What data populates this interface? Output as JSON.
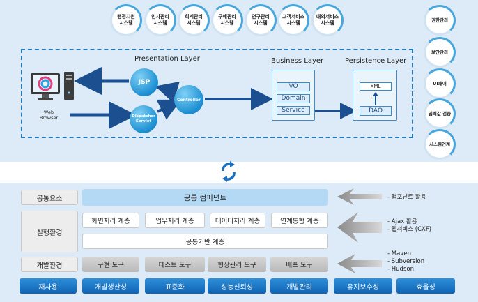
{
  "top_systems": [
    "행정지원\n시스템",
    "인사관리\n시스템",
    "회계관리\n시스템",
    "구매관리\n시스템",
    "연구관리\n시스템",
    "고객서비스\n시스템",
    "대외서비스\n시스템"
  ],
  "right_services": [
    "권한관리",
    "보안관리",
    "UI패어",
    "입력값 검증",
    "시스템연계"
  ],
  "architecture": {
    "presentation_title": "Presentation Layer",
    "business_title": "Business Layer",
    "persistence_title": "Persistence Layer",
    "jsp": "JSP",
    "dispatcher": "Dispatcher\nServlet",
    "controller": "Controller",
    "web_browser": "Web\nBrowser",
    "business_items": [
      "VO",
      "Domain",
      "Service"
    ],
    "persistence_items": [
      "XML",
      "DAO"
    ]
  },
  "stack": {
    "common_label": "공통요소",
    "common_component": "공통 컴퍼넌트",
    "runtime_label": "실행환경",
    "runtime_items": [
      "화면처리 계층",
      "업무처리 계층",
      "데이터처리 계층",
      "연계통합 계층"
    ],
    "runtime_base": "공통기반 계층",
    "dev_label": "개발환경",
    "dev_tools": [
      "구현 도구",
      "테스트 도구",
      "형상관리 도구",
      "배포 도구"
    ],
    "goals": [
      "재사용",
      "개발생산성",
      "표준화",
      "성능신뢰성",
      "개발관리",
      "유지보수성",
      "효율성"
    ]
  },
  "notes": {
    "common": "- 컴포넌트 활용",
    "runtime": [
      "- Ajax 활용",
      "- 웹서비스 (CXF)"
    ],
    "dev": [
      "- Maven",
      "- Subversion",
      "- Hudson"
    ]
  },
  "colors": {
    "panel": "#dcebf7",
    "accent": "#1b8ed2",
    "goal": "#1a72c4",
    "common_bar": "#b4d9f4"
  }
}
